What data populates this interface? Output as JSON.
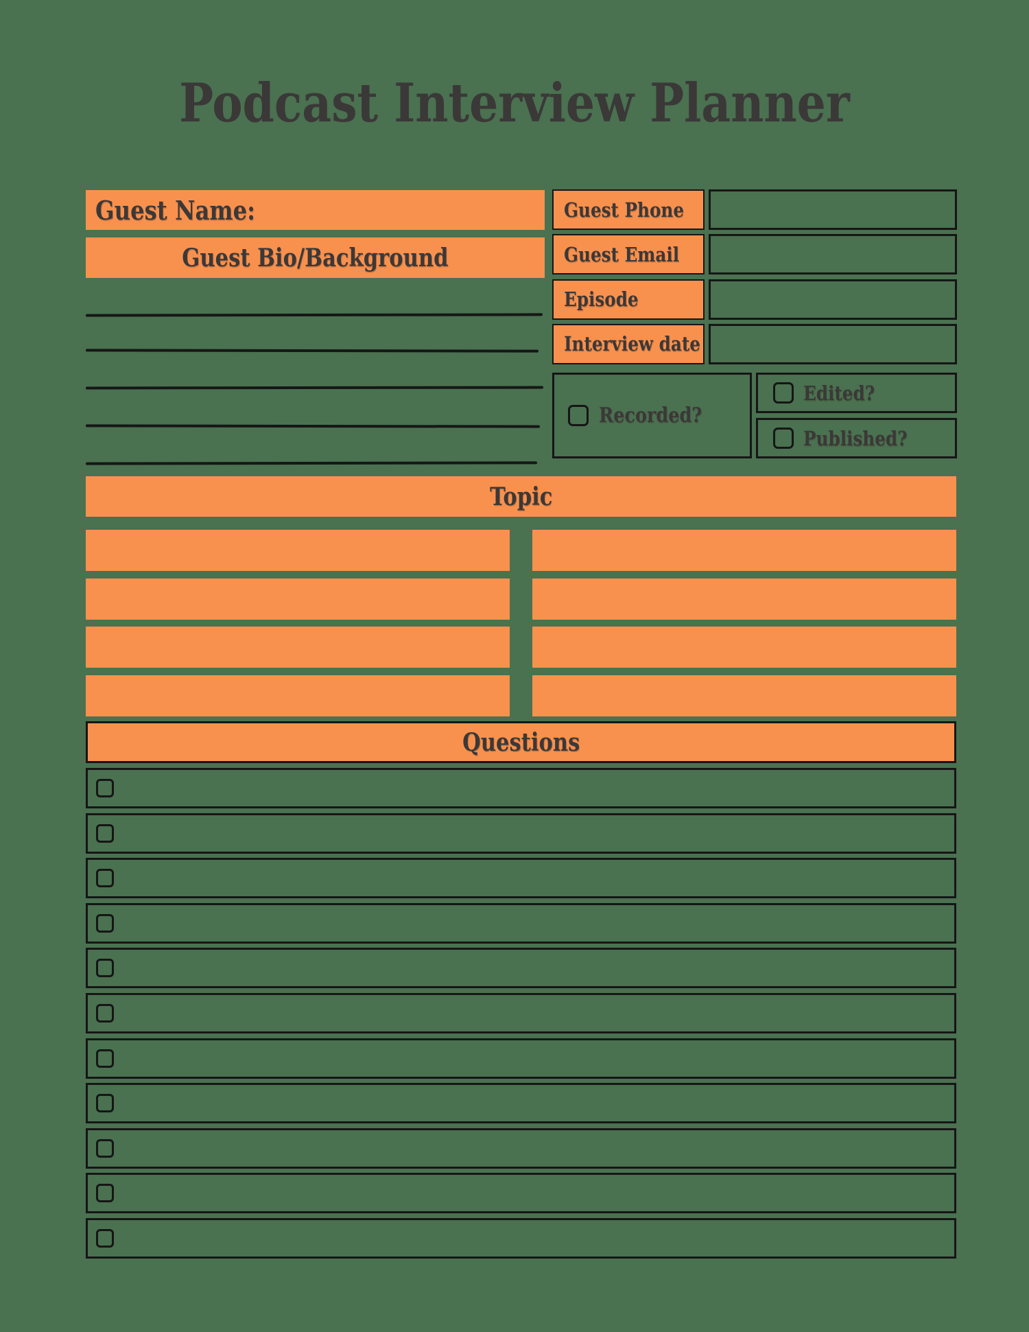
{
  "page": {
    "title": "Podcast Interview Planner"
  },
  "colors": {
    "background_green": "#4A7150",
    "accent_orange": "#F8914E",
    "ink_black": "#161616",
    "text_dark": "#3B3838"
  },
  "guest": {
    "name_label": "Guest Name:",
    "name_value": "",
    "bio_header": "Guest Bio/Background",
    "bio_lines": [
      "",
      "",
      "",
      "",
      ""
    ],
    "contact_fields": [
      {
        "label": "Guest Phone",
        "value": ""
      },
      {
        "label": "Guest Email",
        "value": ""
      },
      {
        "label": "Episode",
        "value": ""
      },
      {
        "label": "Interview date",
        "value": ""
      }
    ],
    "status": {
      "recorded": {
        "label": "Recorded?",
        "checked": false
      },
      "edited": {
        "label": "Edited?",
        "checked": false
      },
      "published": {
        "label": "Published?",
        "checked": false
      }
    }
  },
  "topic": {
    "header": "Topic",
    "cells": [
      "",
      "",
      "",
      "",
      "",
      "",
      "",
      ""
    ]
  },
  "questions": {
    "header": "Questions",
    "items": [
      "",
      "",
      "",
      "",
      "",
      "",
      "",
      "",
      "",
      "",
      ""
    ]
  }
}
